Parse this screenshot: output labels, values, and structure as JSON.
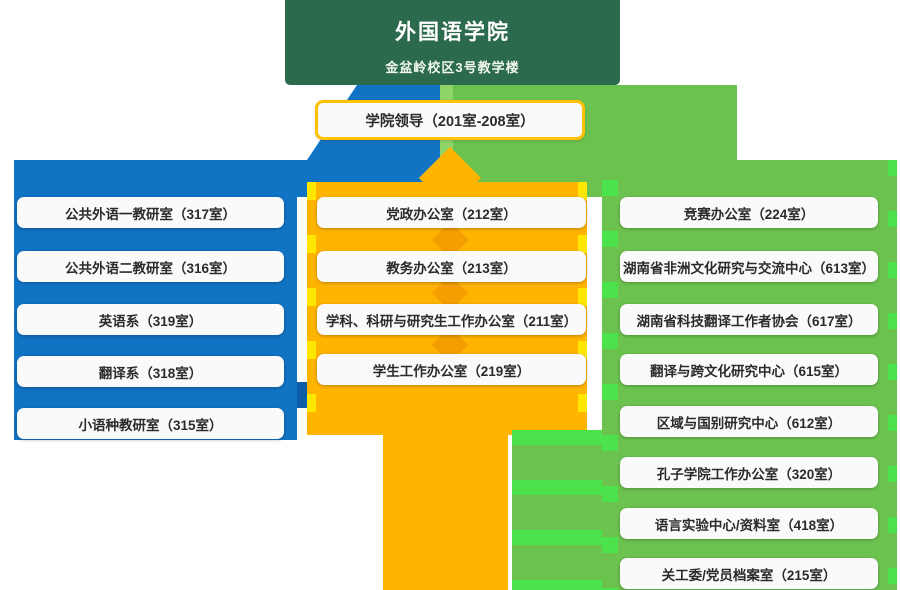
{
  "header": {
    "title": "外国语学院",
    "subtitle": "金盆岭校区3号教学楼"
  },
  "leader_box": {
    "label": "学院领导（201室-208室）"
  },
  "columns": [
    {
      "name": "teaching-departments",
      "color": "#1173c4",
      "items": [
        "公共外语一教研室（317室）",
        "公共外语二教研室（316室）",
        "英语系（319室）",
        "翻译系（318室）",
        "小语种教研室（315室）"
      ]
    },
    {
      "name": "administrative-offices",
      "color": "#ffb400",
      "items": [
        "党政办公室（212室）",
        "教务办公室（213室）",
        "学科、科研与研究生工作办公室（211室）",
        "学生工作办公室（219室）"
      ]
    },
    {
      "name": "centers-and-institutes",
      "color": "#6cc24f",
      "items": [
        "竞赛办公室（224室）",
        "湖南省非洲文化研究与交流中心（613室）",
        "湖南省科技翻译工作者协会（617室）",
        "翻译与跨文化研究中心（615室）",
        "区域与国别研究中心（612室）",
        "孔子学院工作办公室（320室）",
        "语言实验中心/资料室（418室）",
        "关工委/党员档案室（215室）"
      ]
    }
  ],
  "colors": {
    "header_green": "#2c6a4d",
    "blue": "#1173c4",
    "orange": "#ffb400",
    "yellow_accent": "#ffe600",
    "green": "#6cc24f",
    "bright_green_accent": "#4ce24c",
    "leader_border": "#ffc100",
    "node_bg": "#fafafa"
  }
}
